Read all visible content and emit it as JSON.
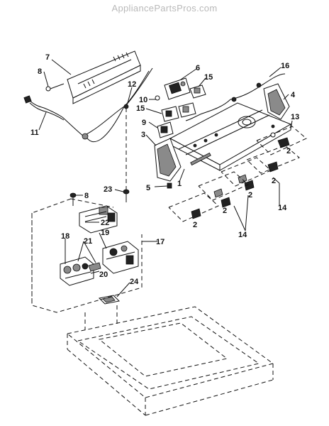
{
  "watermark": "AppliancePartsPros.com",
  "callouts": [
    "1",
    "2",
    "3",
    "4",
    "5",
    "6",
    "7",
    "8",
    "9",
    "10",
    "11",
    "12",
    "13",
    "14",
    "15",
    "16",
    "17",
    "18",
    "19",
    "20",
    "21",
    "22",
    "23",
    "24"
  ],
  "colors": {
    "ink": "#111111",
    "watermark": "#b9b9b9",
    "background": "#ffffff"
  }
}
